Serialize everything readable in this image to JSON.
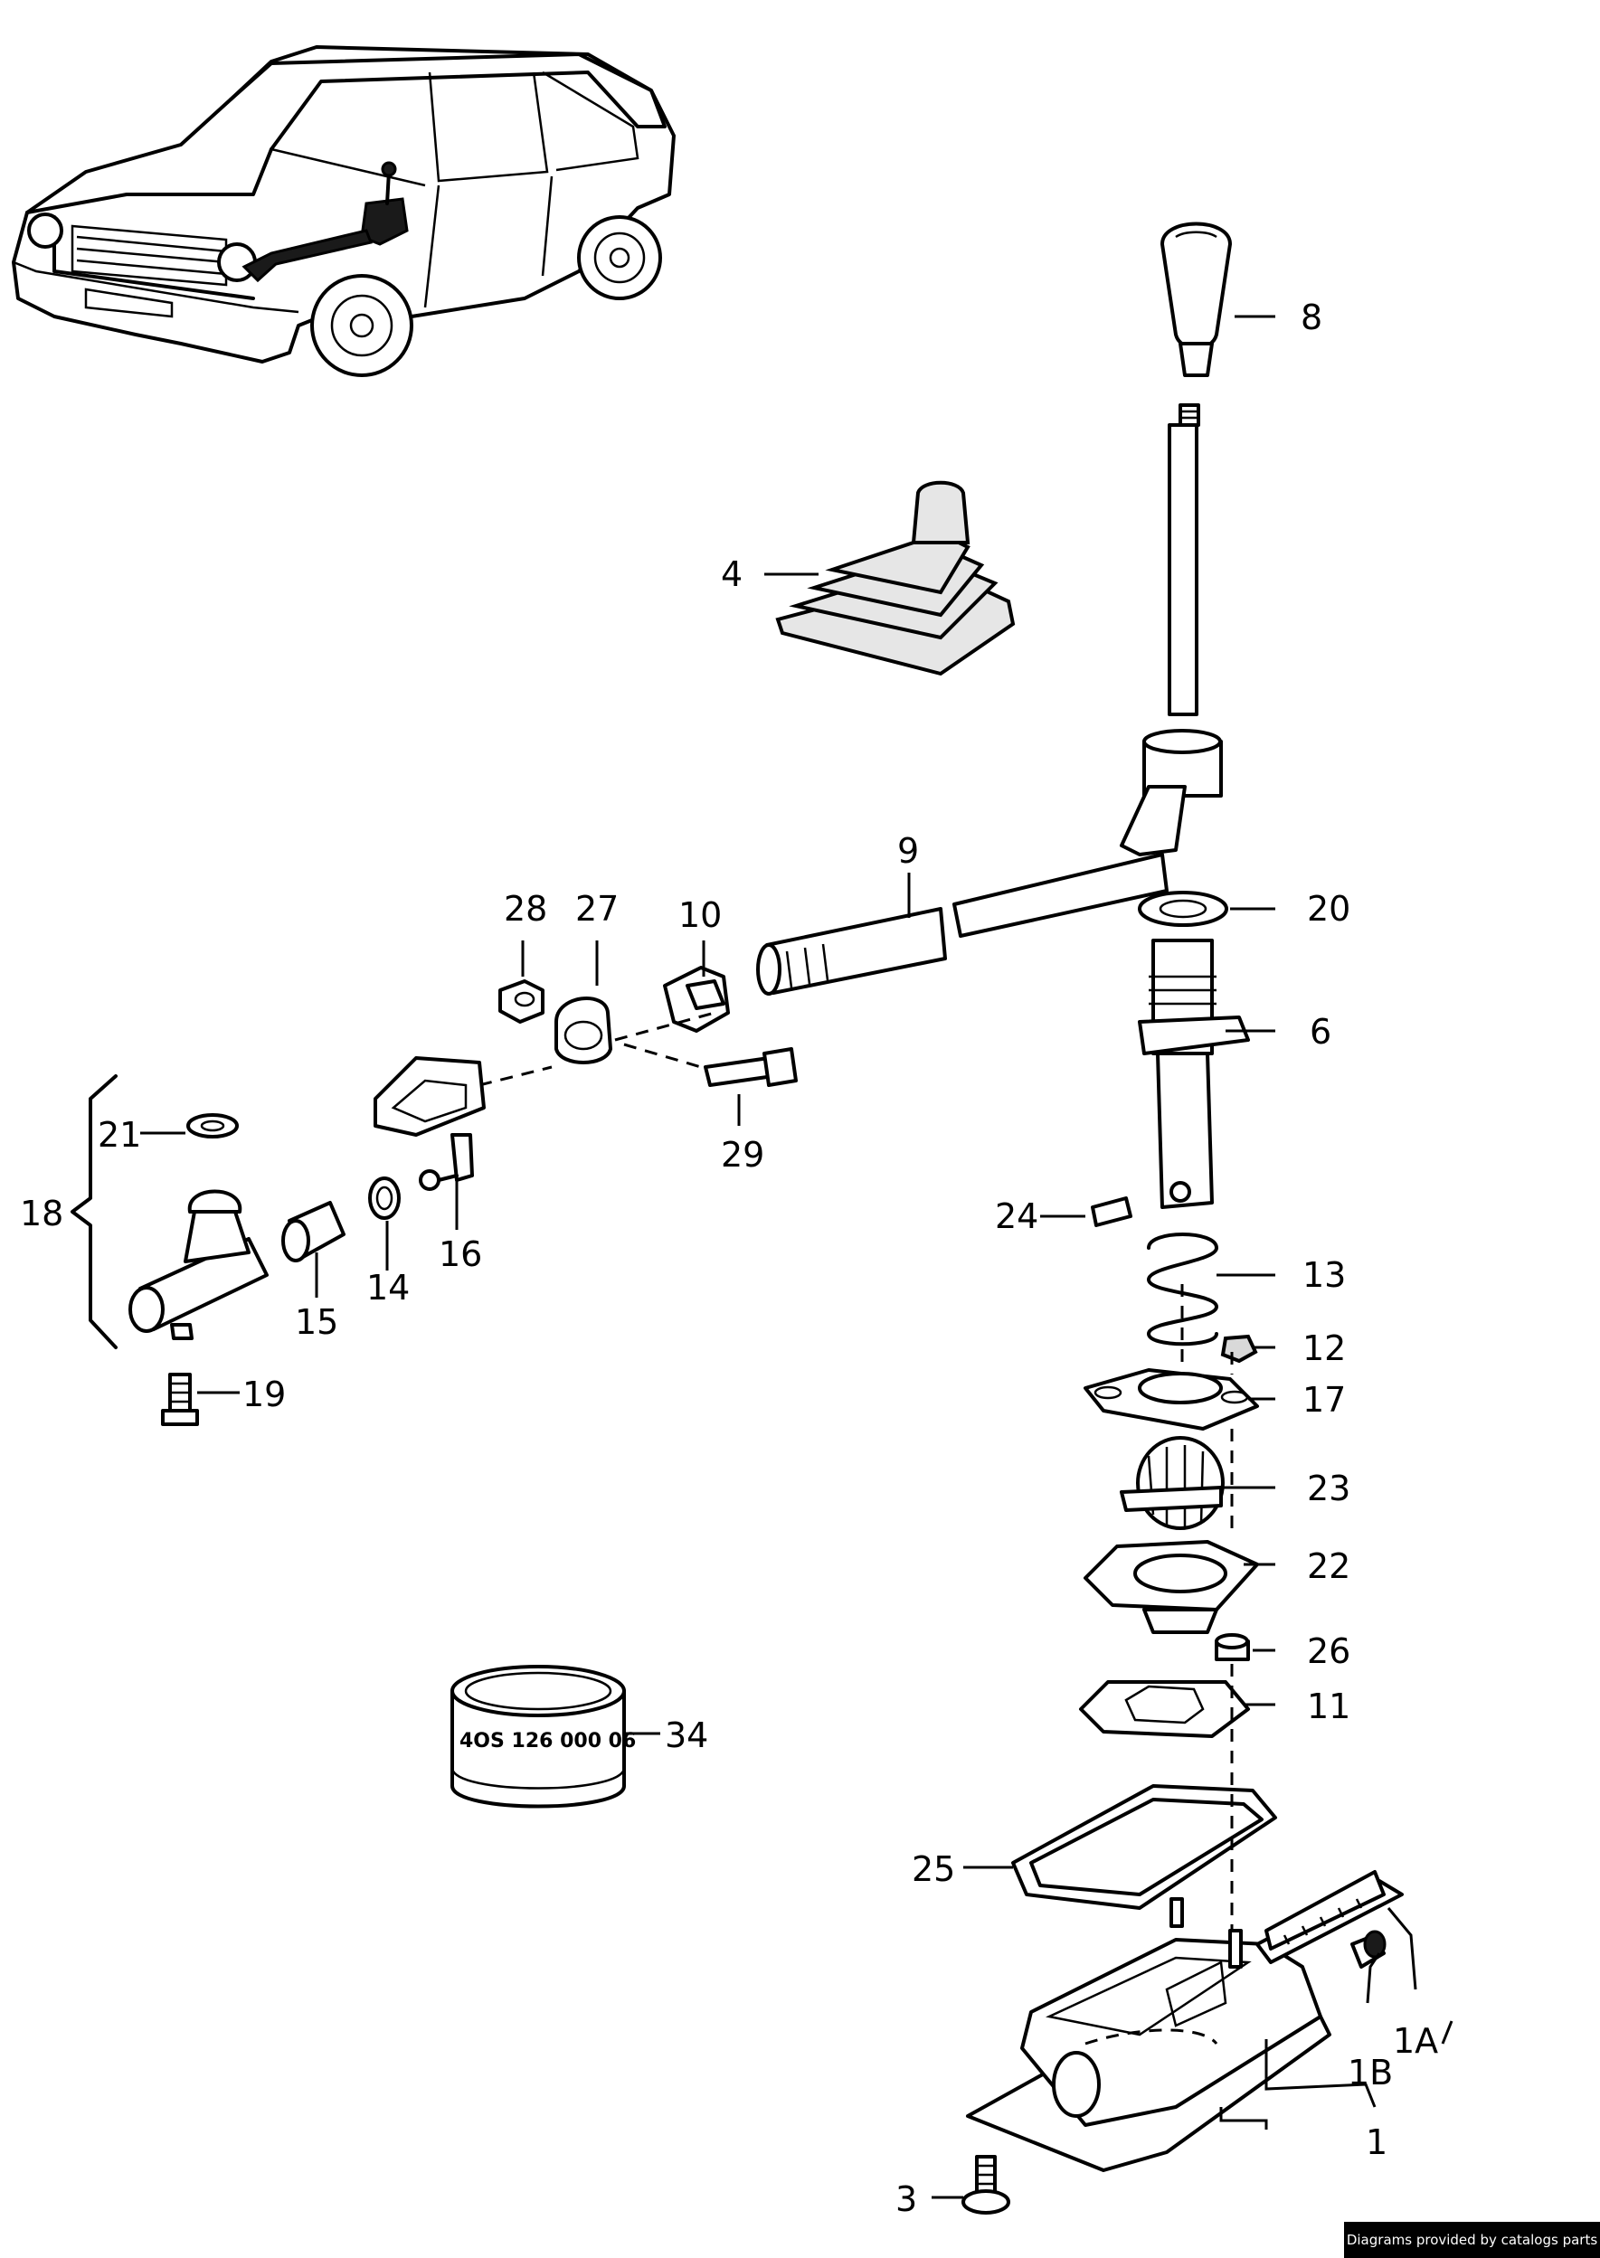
{
  "callouts": {
    "c1": "1",
    "c1A": "1A",
    "c1B": "1B",
    "c3": "3",
    "c4": "4",
    "c6": "6",
    "c8": "8",
    "c9": "9",
    "c10": "10",
    "c11": "11",
    "c12": "12",
    "c13": "13",
    "c14": "14",
    "c15": "15",
    "c16": "16",
    "c17": "17",
    "c18": "18",
    "c19": "19",
    "c20": "20",
    "c21": "21",
    "c22": "22",
    "c23": "23",
    "c24": "24",
    "c25": "25",
    "c26": "26",
    "c27": "27",
    "c28": "28",
    "c29": "29",
    "c34": "34"
  },
  "grease_tub_label": "4OS 126 000 06",
  "credit": "Diagrams provided by catalogs parts"
}
